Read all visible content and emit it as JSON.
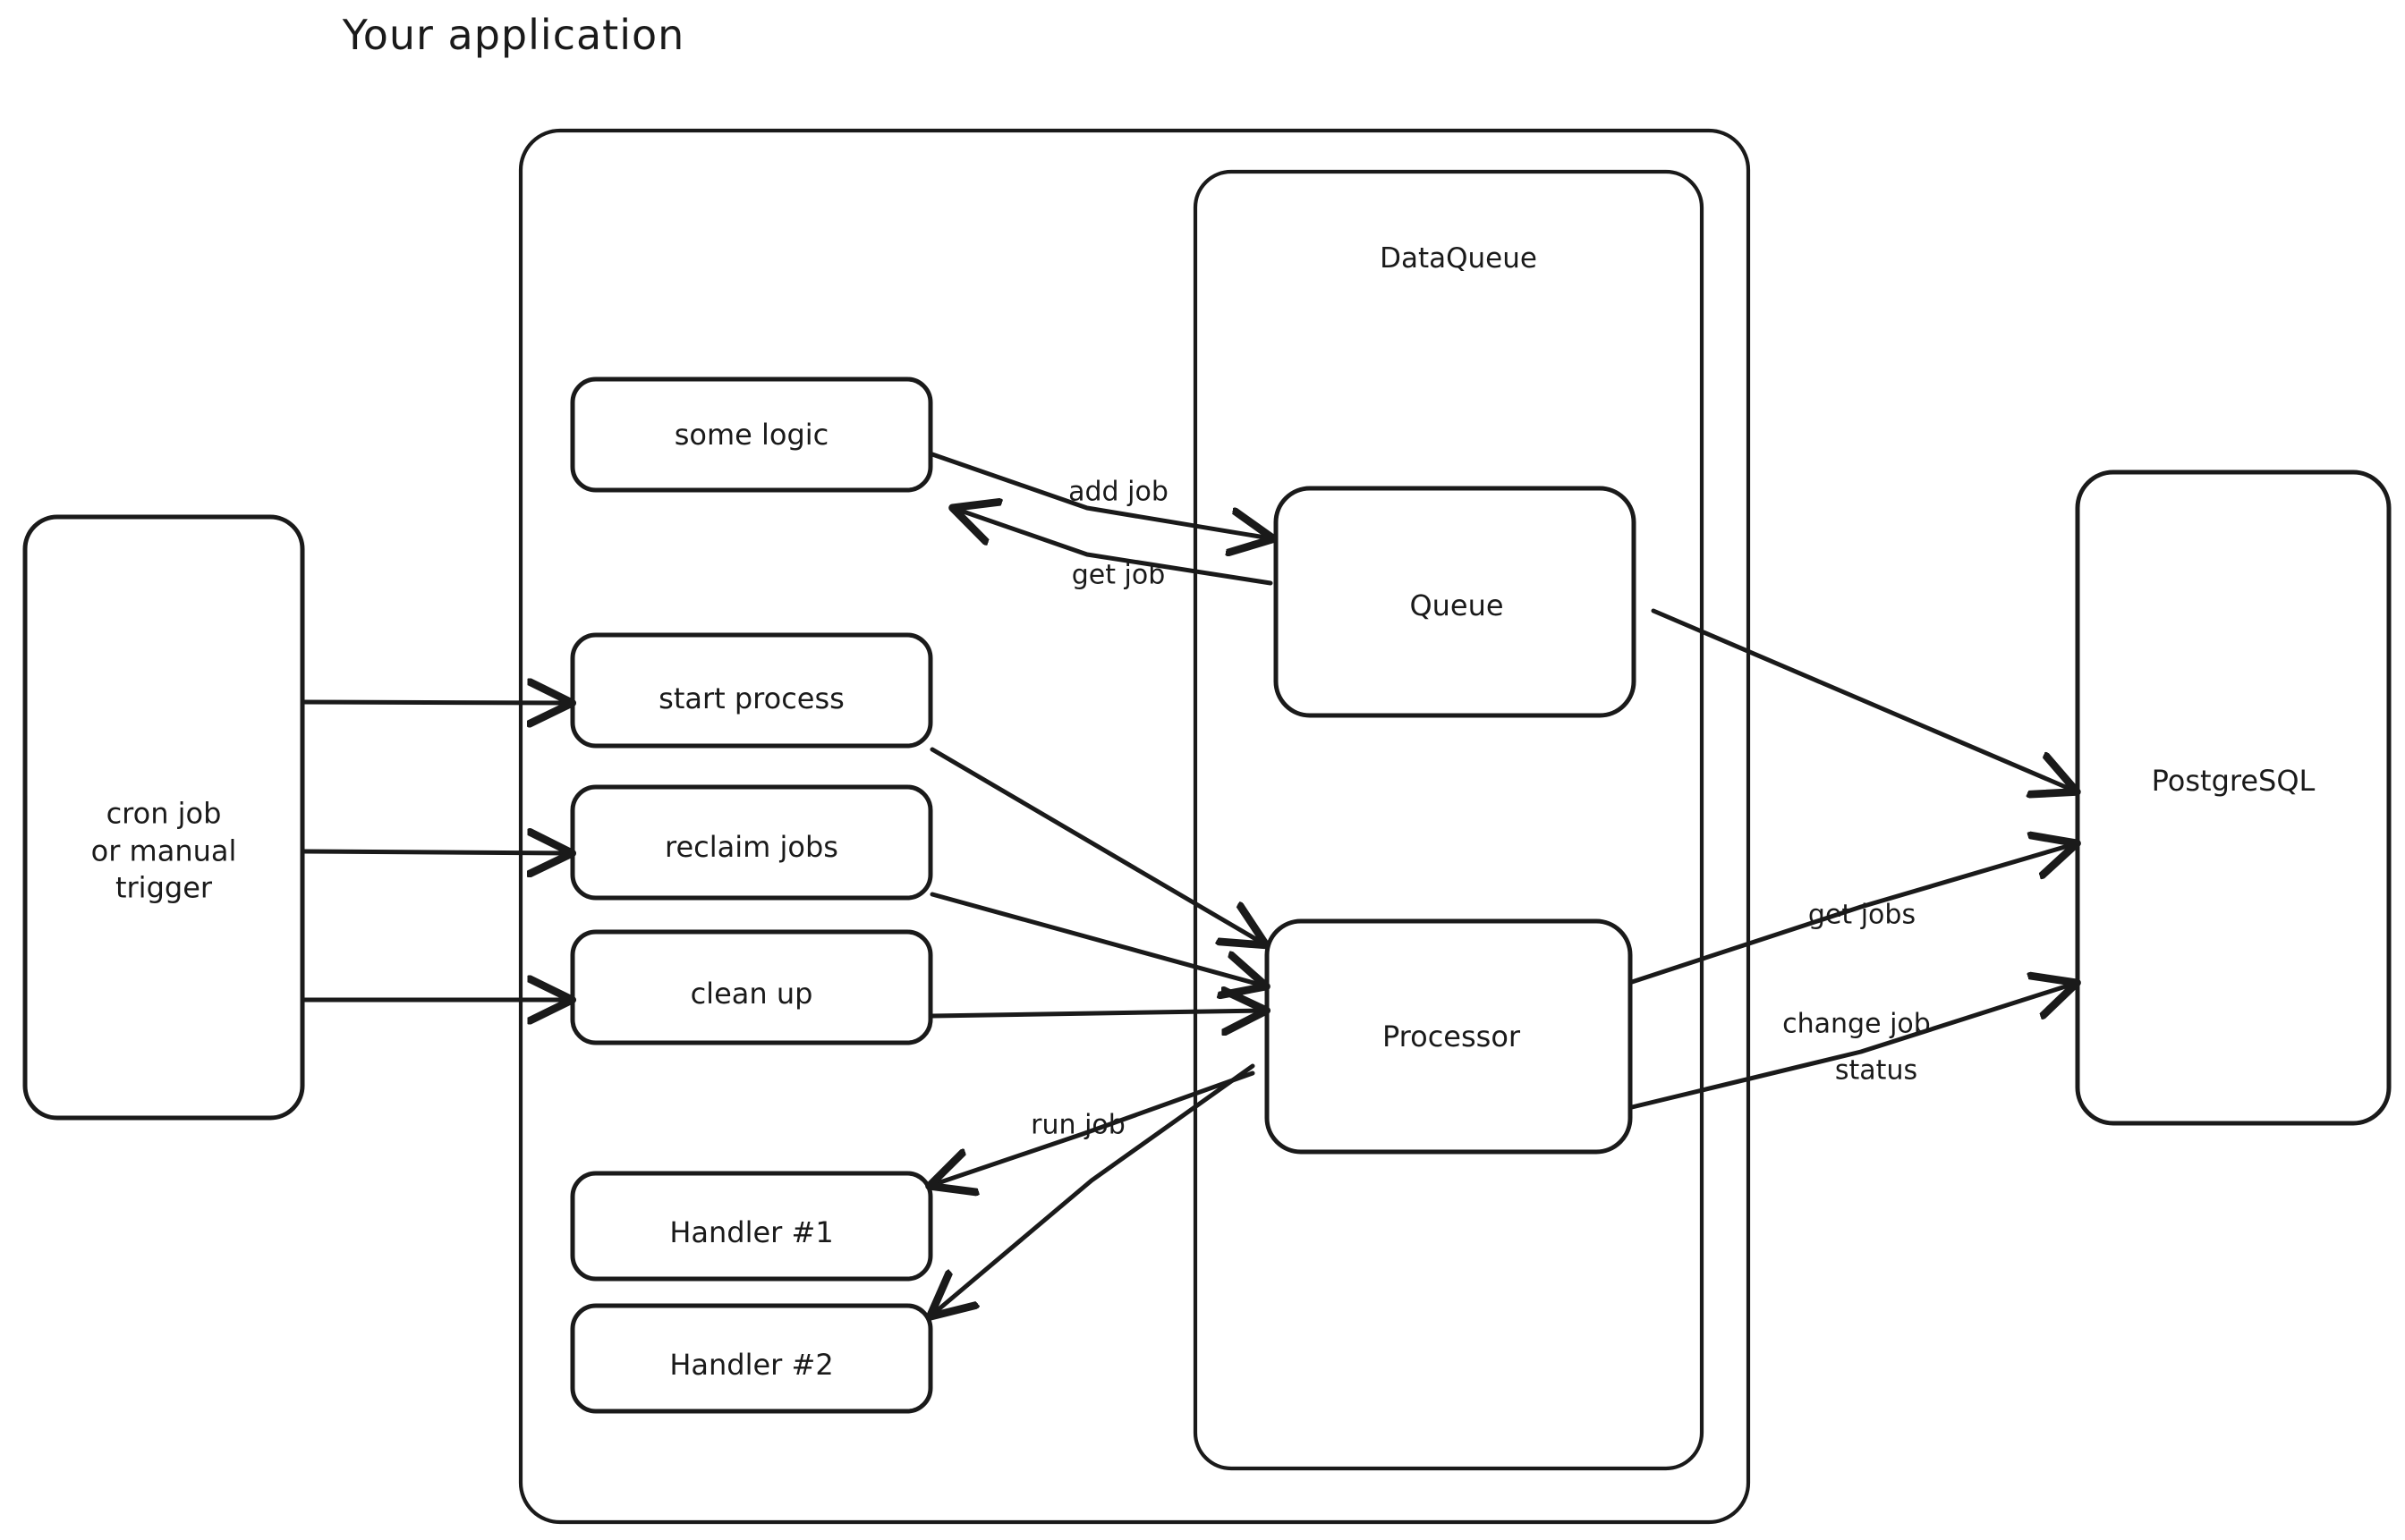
{
  "diagram": {
    "type": "architecture-flow",
    "title": "Your application",
    "style": "hand-drawn",
    "colors": {
      "stroke": "#1a1a1a",
      "background": "#ffffff",
      "text": "#1a1a1a"
    }
  },
  "groups": [
    {
      "id": "app",
      "label": "Your application",
      "kind": "outer-container"
    },
    {
      "id": "dataqueue",
      "label": "DataQueue",
      "kind": "inner-container"
    }
  ],
  "nodes": [
    {
      "id": "cron",
      "label": "cron job\nor manual\ntrigger",
      "lines": [
        "cron job",
        "or manual",
        "trigger"
      ],
      "group": null
    },
    {
      "id": "somelogic",
      "label": "some logic",
      "group": "app"
    },
    {
      "id": "start",
      "label": "start process",
      "group": "app"
    },
    {
      "id": "reclaim",
      "label": "reclaim jobs",
      "group": "app"
    },
    {
      "id": "cleanup",
      "label": "clean up",
      "group": "app"
    },
    {
      "id": "handler1",
      "label": "Handler #1",
      "group": "app"
    },
    {
      "id": "handler2",
      "label": "Handler #2",
      "group": "app"
    },
    {
      "id": "queue",
      "label": "Queue",
      "group": "dataqueue"
    },
    {
      "id": "processor",
      "label": "Processor",
      "group": "dataqueue"
    },
    {
      "id": "postgres",
      "label": "PostgreSQL",
      "group": null
    }
  ],
  "edges": [
    {
      "id": "e1",
      "from": "somelogic",
      "to": "queue",
      "label": "add job"
    },
    {
      "id": "e2",
      "from": "queue",
      "to": "somelogic",
      "label": "get job"
    },
    {
      "id": "e3",
      "from": "cron",
      "to": "start",
      "label": ""
    },
    {
      "id": "e4",
      "from": "cron",
      "to": "reclaim",
      "label": ""
    },
    {
      "id": "e5",
      "from": "cron",
      "to": "cleanup",
      "label": ""
    },
    {
      "id": "e6",
      "from": "start",
      "to": "processor",
      "label": ""
    },
    {
      "id": "e7",
      "from": "reclaim",
      "to": "processor",
      "label": ""
    },
    {
      "id": "e8",
      "from": "cleanup",
      "to": "processor",
      "label": ""
    },
    {
      "id": "e9",
      "from": "processor",
      "to": "handler1",
      "label": "run job"
    },
    {
      "id": "e10",
      "from": "processor",
      "to": "handler2",
      "label": "run job"
    },
    {
      "id": "e11",
      "from": "queue",
      "to": "postgres",
      "label": ""
    },
    {
      "id": "e12",
      "from": "processor",
      "to": "postgres",
      "label": "get jobs"
    },
    {
      "id": "e13",
      "from": "processor",
      "to": "postgres",
      "label": "change job\nstatus",
      "lines": [
        "change job",
        "status"
      ]
    }
  ],
  "edge_labels": {
    "add_job": "add job",
    "get_job": "get job",
    "run_job": "run job",
    "get_jobs": "get jobs",
    "change_job_status_line1": "change job",
    "change_job_status_line2": "status"
  }
}
